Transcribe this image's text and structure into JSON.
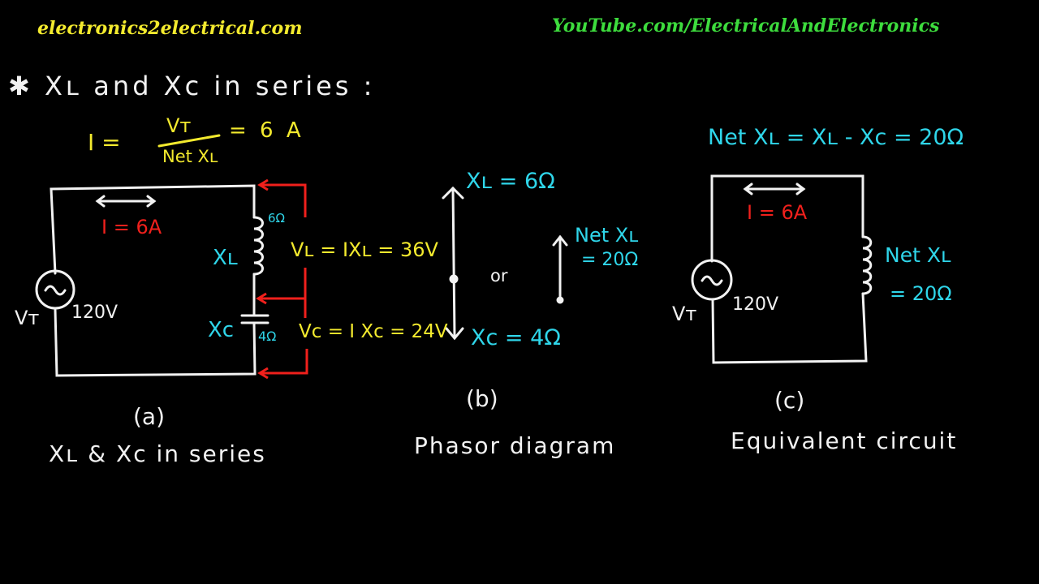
{
  "header": {
    "site": "electronics2electrical.com",
    "youtube": "YouTube.com/ElectricalAndElectronics",
    "site_color": "#f3ea2e",
    "youtube_color": "#3ddc3d"
  },
  "title": "✱ Xʟ and Xᴄ in series :",
  "formula": {
    "lhs": "I =",
    "numerator": "Vᴛ",
    "denominator": "Net Xʟ",
    "result": "= 6 A"
  },
  "circuit_a": {
    "current": "I = 6A",
    "xl_value": "6Ω",
    "xl_label": "Xʟ",
    "xc_label": "Xᴄ",
    "xc_value": "4Ω",
    "source_label": "Vᴛ",
    "source_value": "120V",
    "vl": "Vʟ = IXʟ = 36V",
    "vc": "Vᴄ = I Xᴄ = 24V",
    "tag": "(a)",
    "caption": "Xʟ & Xᴄ in series"
  },
  "phasor_b": {
    "xl": "Xʟ = 6Ω",
    "xc": "Xᴄ = 4Ω",
    "or": "or",
    "net_label": "Net Xʟ",
    "net_value": "= 20Ω",
    "tag": "(b)",
    "caption": "Phasor diagram"
  },
  "circuit_c": {
    "heading": "Net Xʟ = Xʟ - Xᴄ = 20Ω",
    "current": "I = 6A",
    "net_label": "Net Xʟ",
    "net_value": "= 20Ω",
    "source_label": "Vᴛ",
    "source_value": "120V",
    "tag": "(c)",
    "caption": "Equivalent circuit"
  }
}
